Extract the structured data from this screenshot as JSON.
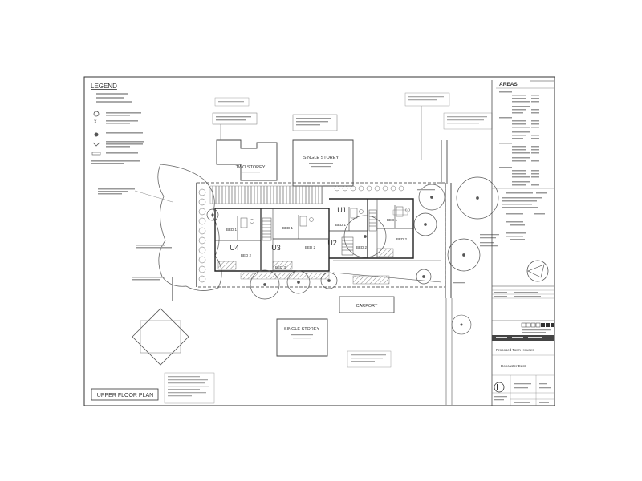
{
  "legend": {
    "title": "LEGEND"
  },
  "drawing": {
    "title": "UPPER FLOOR PLAN",
    "neighbours": {
      "north_left": "TWO STOREY",
      "north_right": "SINGLE STOREY",
      "south": "SINGLE STOREY"
    },
    "carport_label": "CARPORT",
    "units": [
      "U1",
      "U2",
      "U3",
      "U4"
    ],
    "rooms": [
      "BED 1",
      "BED 2",
      "BED 3",
      "BED 1",
      "BED 2",
      "BED 1",
      "BED 2",
      "BED 1",
      "BED 2"
    ]
  },
  "areas": {
    "title": "AREAS"
  },
  "title_block": {
    "project": "Proposed Town Houses",
    "location": "Doncaster East"
  },
  "colors": {
    "line": "#333333",
    "hatch": "#777777",
    "paper": "#ffffff"
  }
}
